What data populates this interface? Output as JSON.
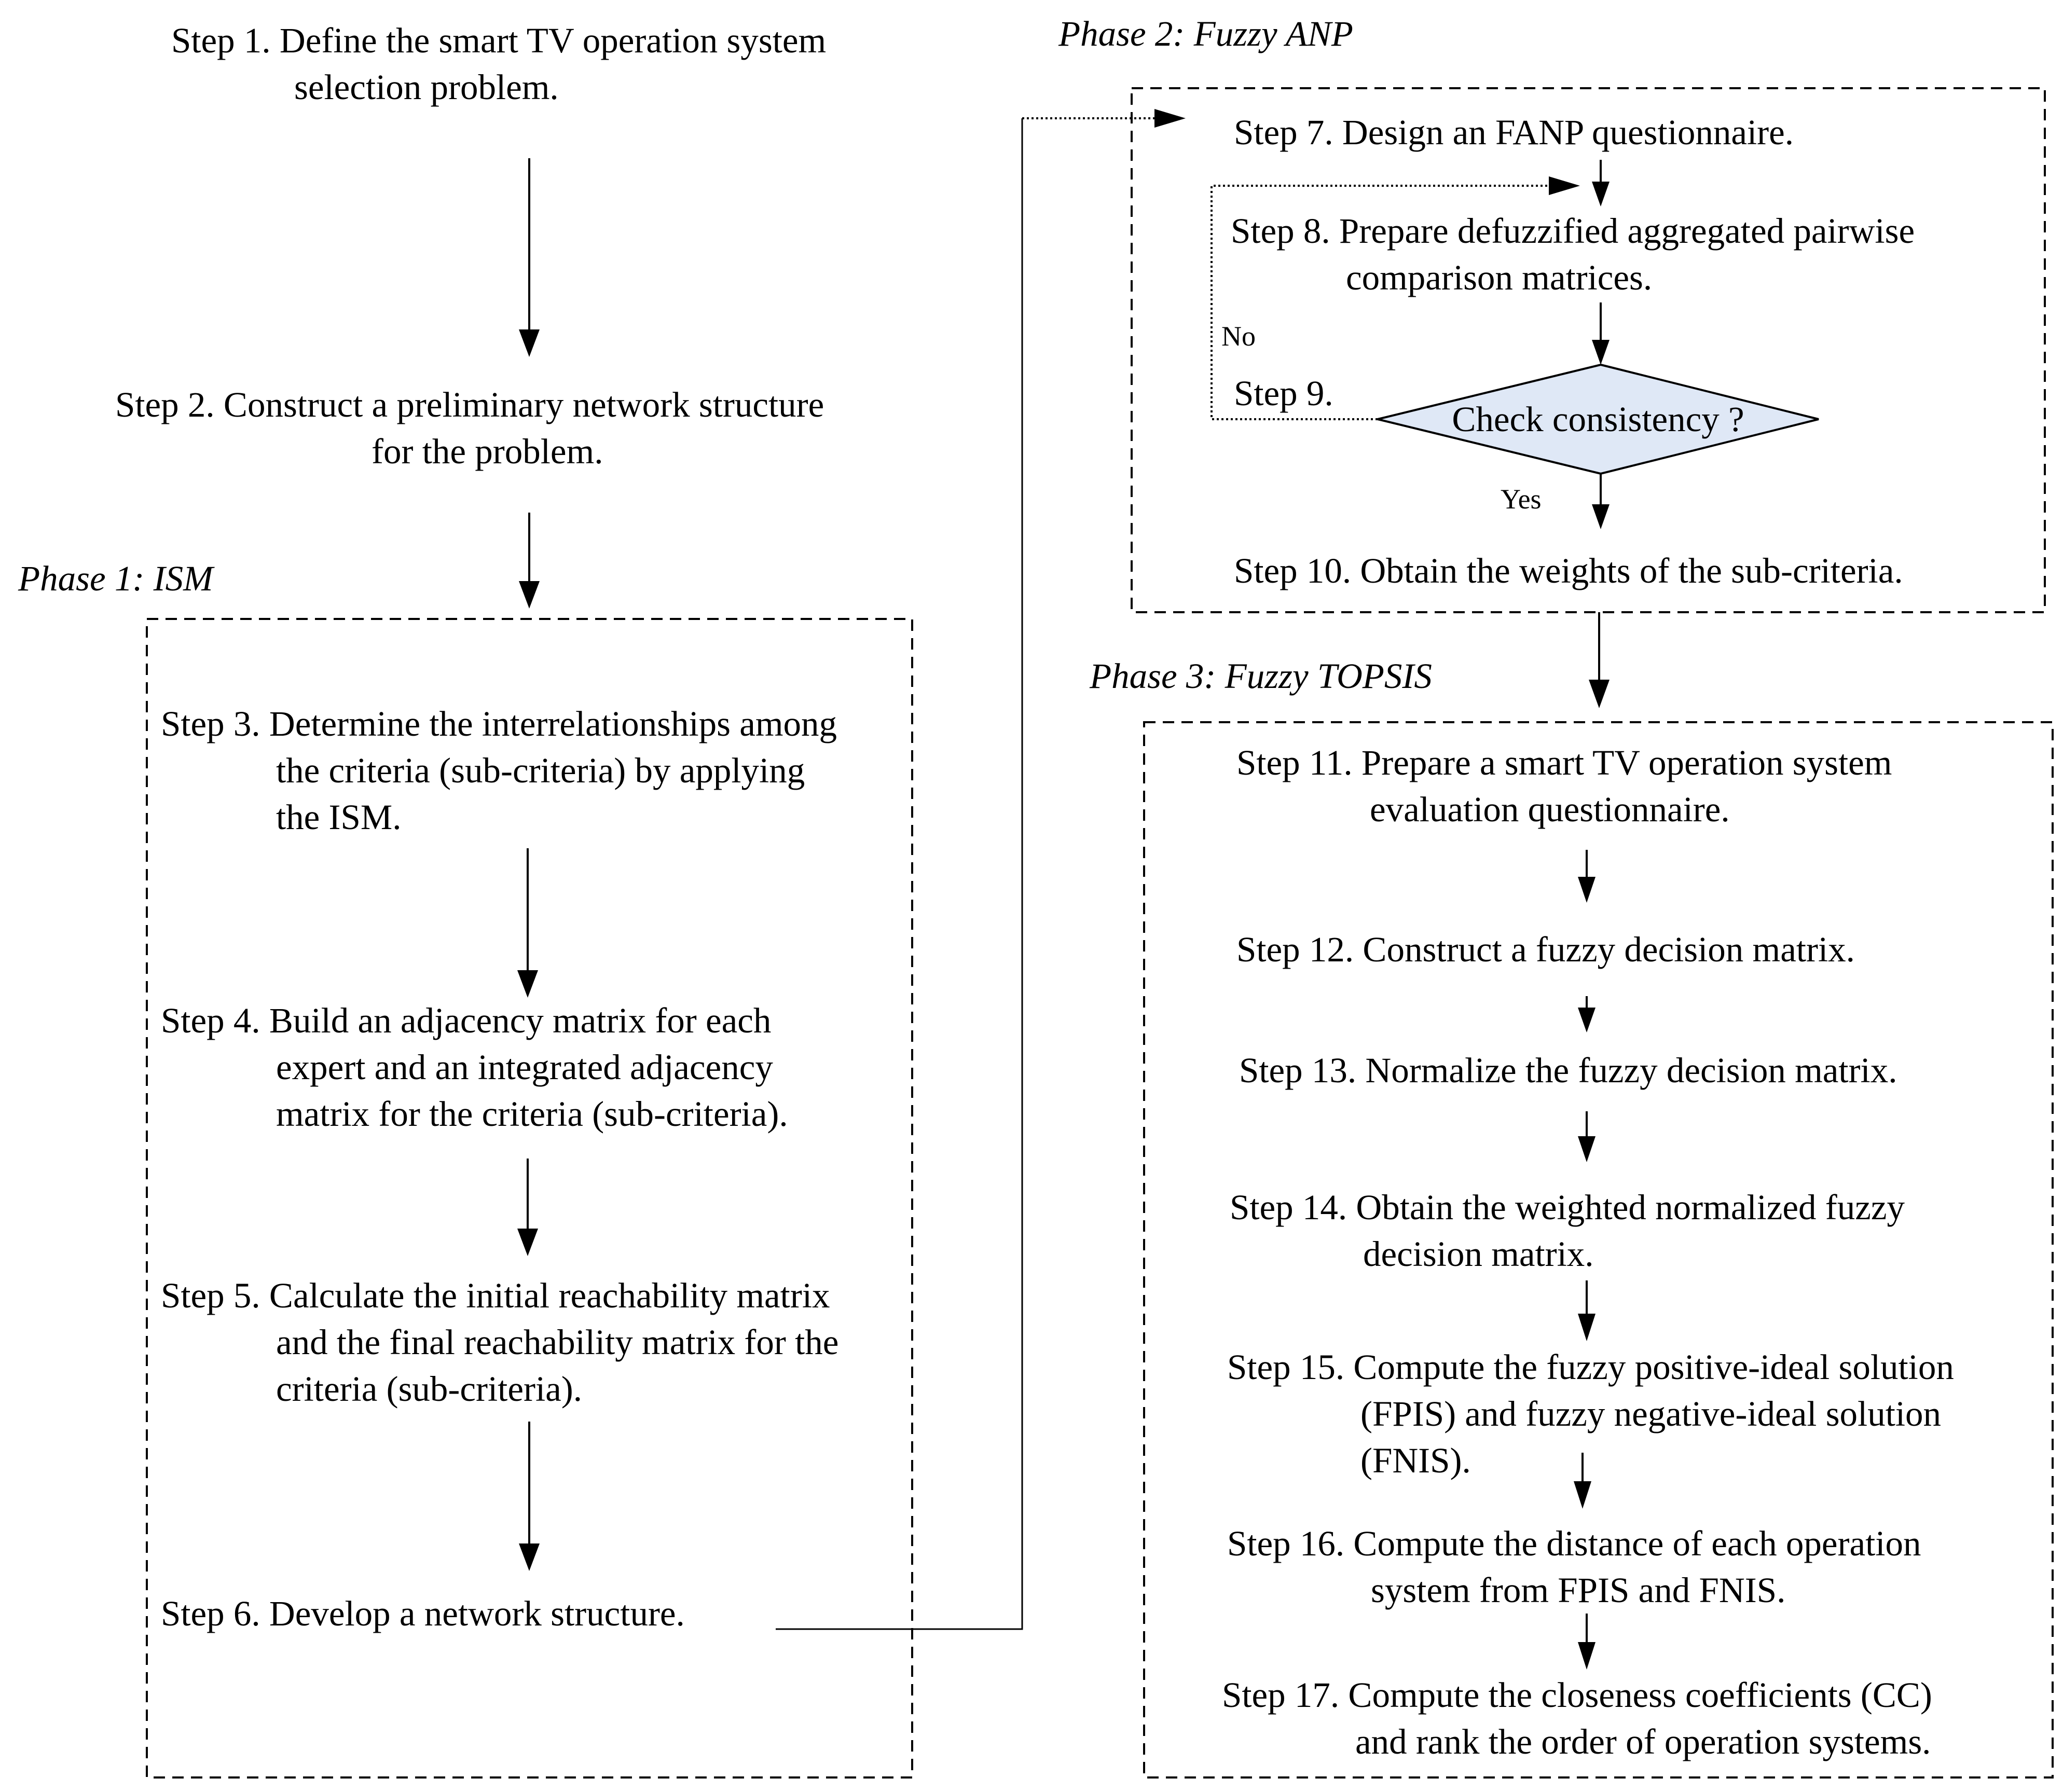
{
  "phases": {
    "ism": "Phase 1:  ISM",
    "fanp": "Phase 2: Fuzzy ANP",
    "ftopsis": "Phase 3: Fuzzy TOPSIS"
  },
  "steps": {
    "s1": [
      "Step 1. Define the smart TV operation system",
      "selection problem."
    ],
    "s2": [
      "Step 2. Construct a preliminary network structure",
      "for the problem."
    ],
    "s3": [
      "Step 3. Determine the interrelationships among",
      "the criteria (sub-criteria) by applying",
      "the ISM."
    ],
    "s4": [
      "Step 4. Build an adjacency matrix for each",
      "expert and an integrated adjacency",
      "matrix for the criteria (sub-criteria)."
    ],
    "s5": [
      "Step 5. Calculate the initial reachability matrix",
      "and the final reachability matrix for the",
      "criteria (sub-criteria)."
    ],
    "s6": [
      "Step 6. Develop a network structure."
    ],
    "s7": [
      "Step 7. Design an FANP questionnaire."
    ],
    "s8": [
      "Step 8. Prepare defuzzified aggregated pairwise",
      "comparison matrices."
    ],
    "s9": "Step 9.",
    "s10": [
      "Step 10. Obtain the weights of the sub-criteria."
    ],
    "s11": [
      "Step 11. Prepare a smart TV operation system",
      "evaluation questionnaire."
    ],
    "s12": [
      "Step 12. Construct a fuzzy decision matrix."
    ],
    "s13": [
      "Step 13. Normalize the fuzzy decision matrix."
    ],
    "s14": [
      "Step 14. Obtain the weighted normalized fuzzy",
      "decision matrix."
    ],
    "s15": [
      "Step 15. Compute the fuzzy positive-ideal solution",
      "(FPIS) and fuzzy negative-ideal solution",
      "(FNIS)."
    ],
    "s16": [
      "Step 16.  Compute the distance of each operation",
      "system from FPIS and FNIS."
    ],
    "s17": [
      "Step 17. Compute the closeness coefficients (CC)",
      "and rank the order of operation systems."
    ]
  },
  "decision": {
    "label": "Check consistency ?",
    "no": "No",
    "yes": "Yes",
    "fill": "#dfe8f6"
  }
}
